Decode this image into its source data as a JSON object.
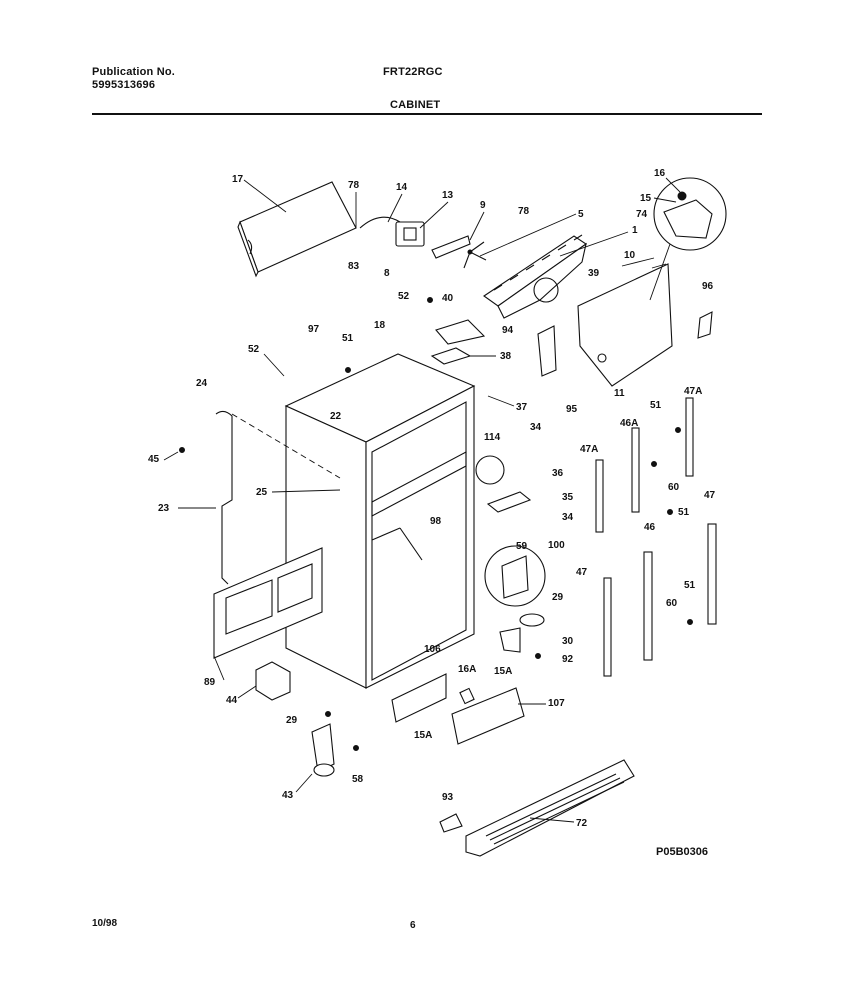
{
  "header": {
    "publication_label": "Publication No.",
    "publication_number": "5995313696",
    "model": "FRT22RGC",
    "section": "CABINET"
  },
  "footer": {
    "date": "10/98",
    "page": "6"
  },
  "figure_id": "P05B0306",
  "callouts": {
    "c17": "17",
    "c78a": "78",
    "c14": "14",
    "c13": "13",
    "c9": "9",
    "c78b": "78",
    "c5": "5",
    "c16": "16",
    "c15": "15",
    "c74": "74",
    "c1": "1",
    "c10": "10",
    "c83": "83",
    "c8": "8",
    "c52a": "52",
    "c40": "40",
    "c39": "39",
    "c96": "96",
    "c97": "97",
    "c51a": "51",
    "c18": "18",
    "c52b": "52",
    "c94": "94",
    "c38": "38",
    "c11": "11",
    "c24": "24",
    "c37": "37",
    "c95": "95",
    "c47Aa": "47A",
    "c51b": "51",
    "c22": "22",
    "c114": "114",
    "c34a": "34",
    "c45": "45",
    "c36": "36",
    "c47Ab": "47A",
    "c46A": "46A",
    "c25": "25",
    "c60a": "60",
    "c35": "35",
    "c47a": "47",
    "c23": "23",
    "c34b": "34",
    "c51c": "51",
    "c98": "98",
    "c46": "46",
    "c59": "59",
    "c100": "100",
    "c51d": "51",
    "c47b": "47",
    "c60b": "60",
    "c29a": "29",
    "c30": "30",
    "c92": "92",
    "c106": "106",
    "c16A": "16A",
    "c15Aa": "15A",
    "c89": "89",
    "c44": "44",
    "c107": "107",
    "c15Ab": "15A",
    "c29b": "29",
    "c58": "58",
    "c43": "43",
    "c93": "93",
    "c72": "72"
  }
}
